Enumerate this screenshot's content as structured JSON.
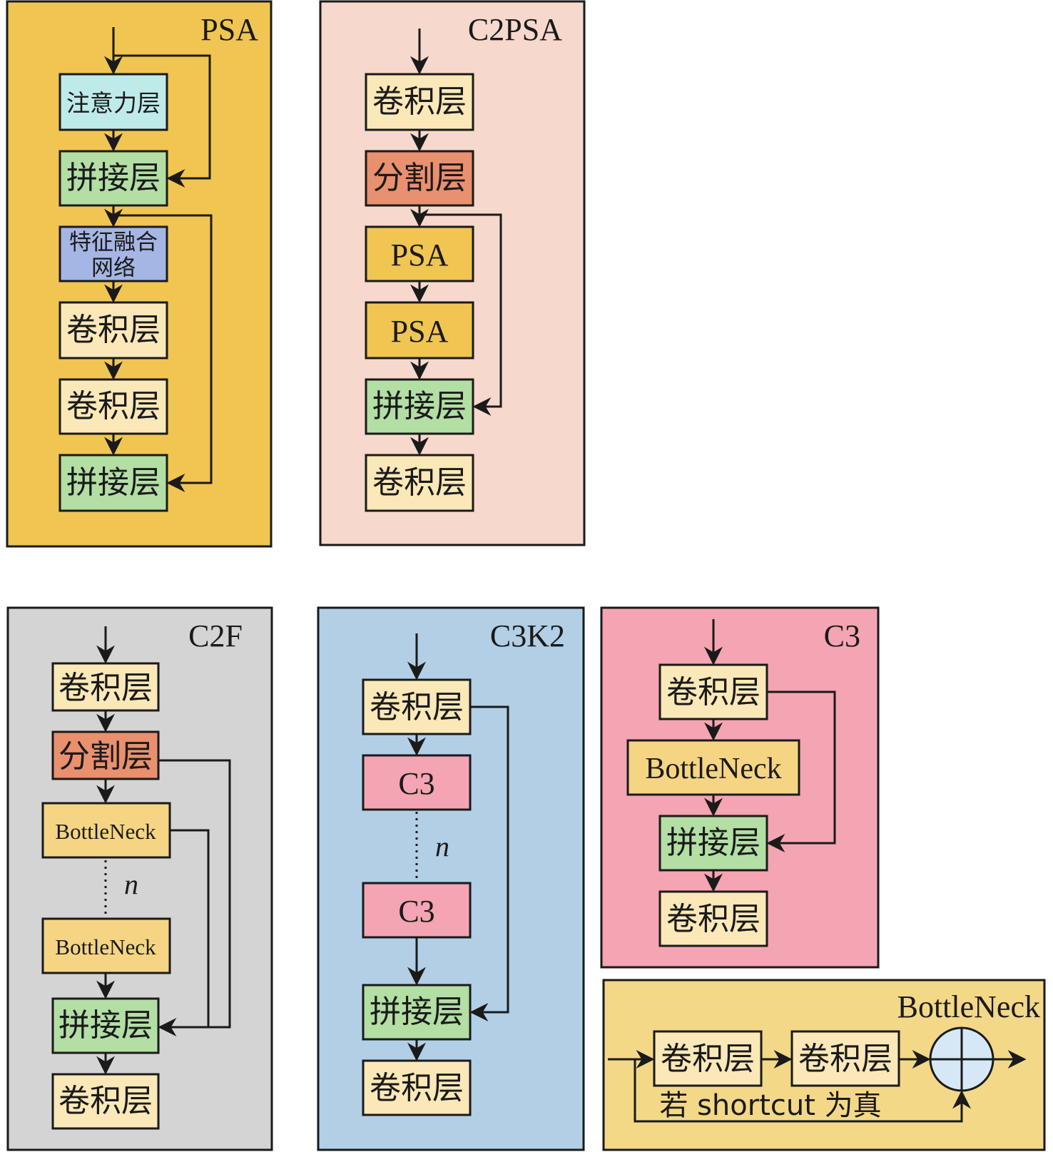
{
  "colors": {
    "psa_panel": "#f0c552",
    "c2psa_panel": "#f6d8cc",
    "c2f_panel": "#d4d4d4",
    "c3k2_panel": "#b2cfe6",
    "c3_panel": "#f4a4b2",
    "bottleneck_panel": "#f3d888",
    "attention": "#bfeaea",
    "concat": "#b3dea4",
    "fusion": "#a6b6e4",
    "conv": "#fbe8b8",
    "split": "#e9906f",
    "psa_block": "#f0c552",
    "bottleneck_block": "#f5d584",
    "c3_block": "#f4a4b2",
    "add_circle": "#d6e8f5"
  },
  "panels": {
    "psa": {
      "title": "PSA",
      "nodes": {
        "attention": "注意力层",
        "concat1": "拼接层",
        "fusion_line1": "特征融合",
        "fusion_line2": "网络",
        "conv1": "卷积层",
        "conv2": "卷积层",
        "concat2": "拼接层"
      }
    },
    "c2psa": {
      "title": "C2PSA",
      "nodes": {
        "conv1": "卷积层",
        "split": "分割层",
        "psa1": "PSA",
        "psa2": "PSA",
        "concat": "拼接层",
        "conv2": "卷积层"
      }
    },
    "c2f": {
      "title": "C2F",
      "nodes": {
        "conv1": "卷积层",
        "split": "分割层",
        "bottleneck1": "BottleNeck",
        "repeat": "n",
        "bottleneck2": "BottleNeck",
        "concat": "拼接层",
        "conv2": "卷积层"
      }
    },
    "c3k2": {
      "title": "C3K2",
      "nodes": {
        "conv1": "卷积层",
        "c3_1": "C3",
        "repeat": "n",
        "c3_2": "C3",
        "concat": "拼接层",
        "conv2": "卷积层"
      }
    },
    "c3": {
      "title": "C3",
      "nodes": {
        "conv1": "卷积层",
        "bottleneck": "BottleNeck",
        "concat": "拼接层",
        "conv2": "卷积层"
      }
    },
    "bottleneck": {
      "title": "BottleNeck",
      "nodes": {
        "conv1": "卷积层",
        "conv2": "卷积层"
      },
      "shortcut_note": "若 shortcut 为真"
    }
  }
}
